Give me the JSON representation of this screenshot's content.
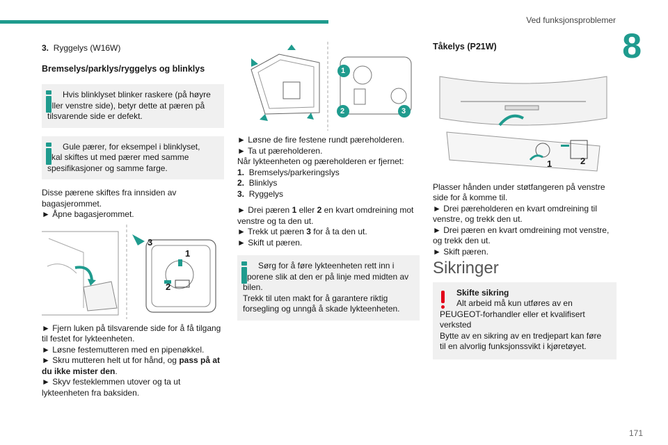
{
  "header": {
    "title": "Ved funksjonsproblemer",
    "chapter": "8"
  },
  "col1": {
    "item3": "Ryggelys (W16W)",
    "item3_num": "3.",
    "heading": "Bremselys/parklys/ryggelys og blinklys",
    "note1": "Hvis blinklyset blinker raskere (på høyre eller venstre side), betyr dette at pæren på tilsvarende side er defekt.",
    "note2": "Gule pærer, for eksempel i blinklyset, skal skiftes ut med pærer med samme spesifikasjoner og samme farge.",
    "para1": "Disse pærene skiftes fra innsiden av bagasjerommet.",
    "step1": "► Åpne bagasjerommet.",
    "fig_labels": [
      "3",
      "1",
      "2"
    ],
    "steps": [
      "► Fjern luken på tilsvarende side for å få tilgang til festet for lykteenheten.",
      "► Løsne festemutteren med en pipenøkkel."
    ],
    "step_screw_a": "► Skru mutteren helt ut for hånd, og ",
    "step_screw_b": "pass på at du ikke mister den",
    "step_screw_c": ".",
    "step_last": "► Skyv festeklemmen utover og ta ut lykteenheten fra baksiden."
  },
  "col2": {
    "fig_labels": [
      "1",
      "2",
      "3"
    ],
    "steps": [
      "► Løsne de fire festene rundt pæreholderen.",
      "► Ta ut pæreholderen."
    ],
    "para": "Når lykteenheten og pæreholderen er fjernet:",
    "list": [
      {
        "num": "1.",
        "text": "Bremselys/parkeringslys"
      },
      {
        "num": "2.",
        "text": "Blinklys"
      },
      {
        "num": "3.",
        "text": "Ryggelys"
      }
    ],
    "drei_a": "► Drei pæren ",
    "drei_1": "1",
    "drei_b": " eller ",
    "drei_2": "2",
    "drei_c": " en kvart omdreining mot venstre og ta den ut.",
    "trekk_a": "► Trekk ut pæren ",
    "trekk_3": "3",
    "trekk_b": " for å ta den ut.",
    "skift": "► Skift ut pæren.",
    "note": "Sørg for å føre lykteenheten rett inn i sporene slik at den er på linje med midten av bilen.\nTrekk til uten makt for å garantere riktig forsegling og unngå å skade lykteenheten."
  },
  "col3": {
    "heading": "Tåkelys (P21W)",
    "fig_labels": [
      "1",
      "2"
    ],
    "para": "Plasser hånden under støtfangeren på venstre side for å komme til.",
    "steps": [
      "► Drei pæreholderen en kvart omdreining til venstre, og trekk den ut.",
      "► Drei pæren en kvart omdreining mot venstre, og trekk den ut.",
      "► Skift pæren."
    ],
    "section_title": "Sikringer",
    "warn_title": "Skifte sikring",
    "warn_text": "Alt arbeid må kun utføres av en PEUGEOT-forhandler eller et kvalifisert verksted\nBytte av en sikring av en tredjepart kan føre til en alvorlig funksjonssvikt i kjøretøyet."
  },
  "footer": {
    "page": "171"
  },
  "colors": {
    "accent": "#1f9b8e",
    "warning": "#e2001a",
    "note_bg": "#f0f0f0"
  }
}
